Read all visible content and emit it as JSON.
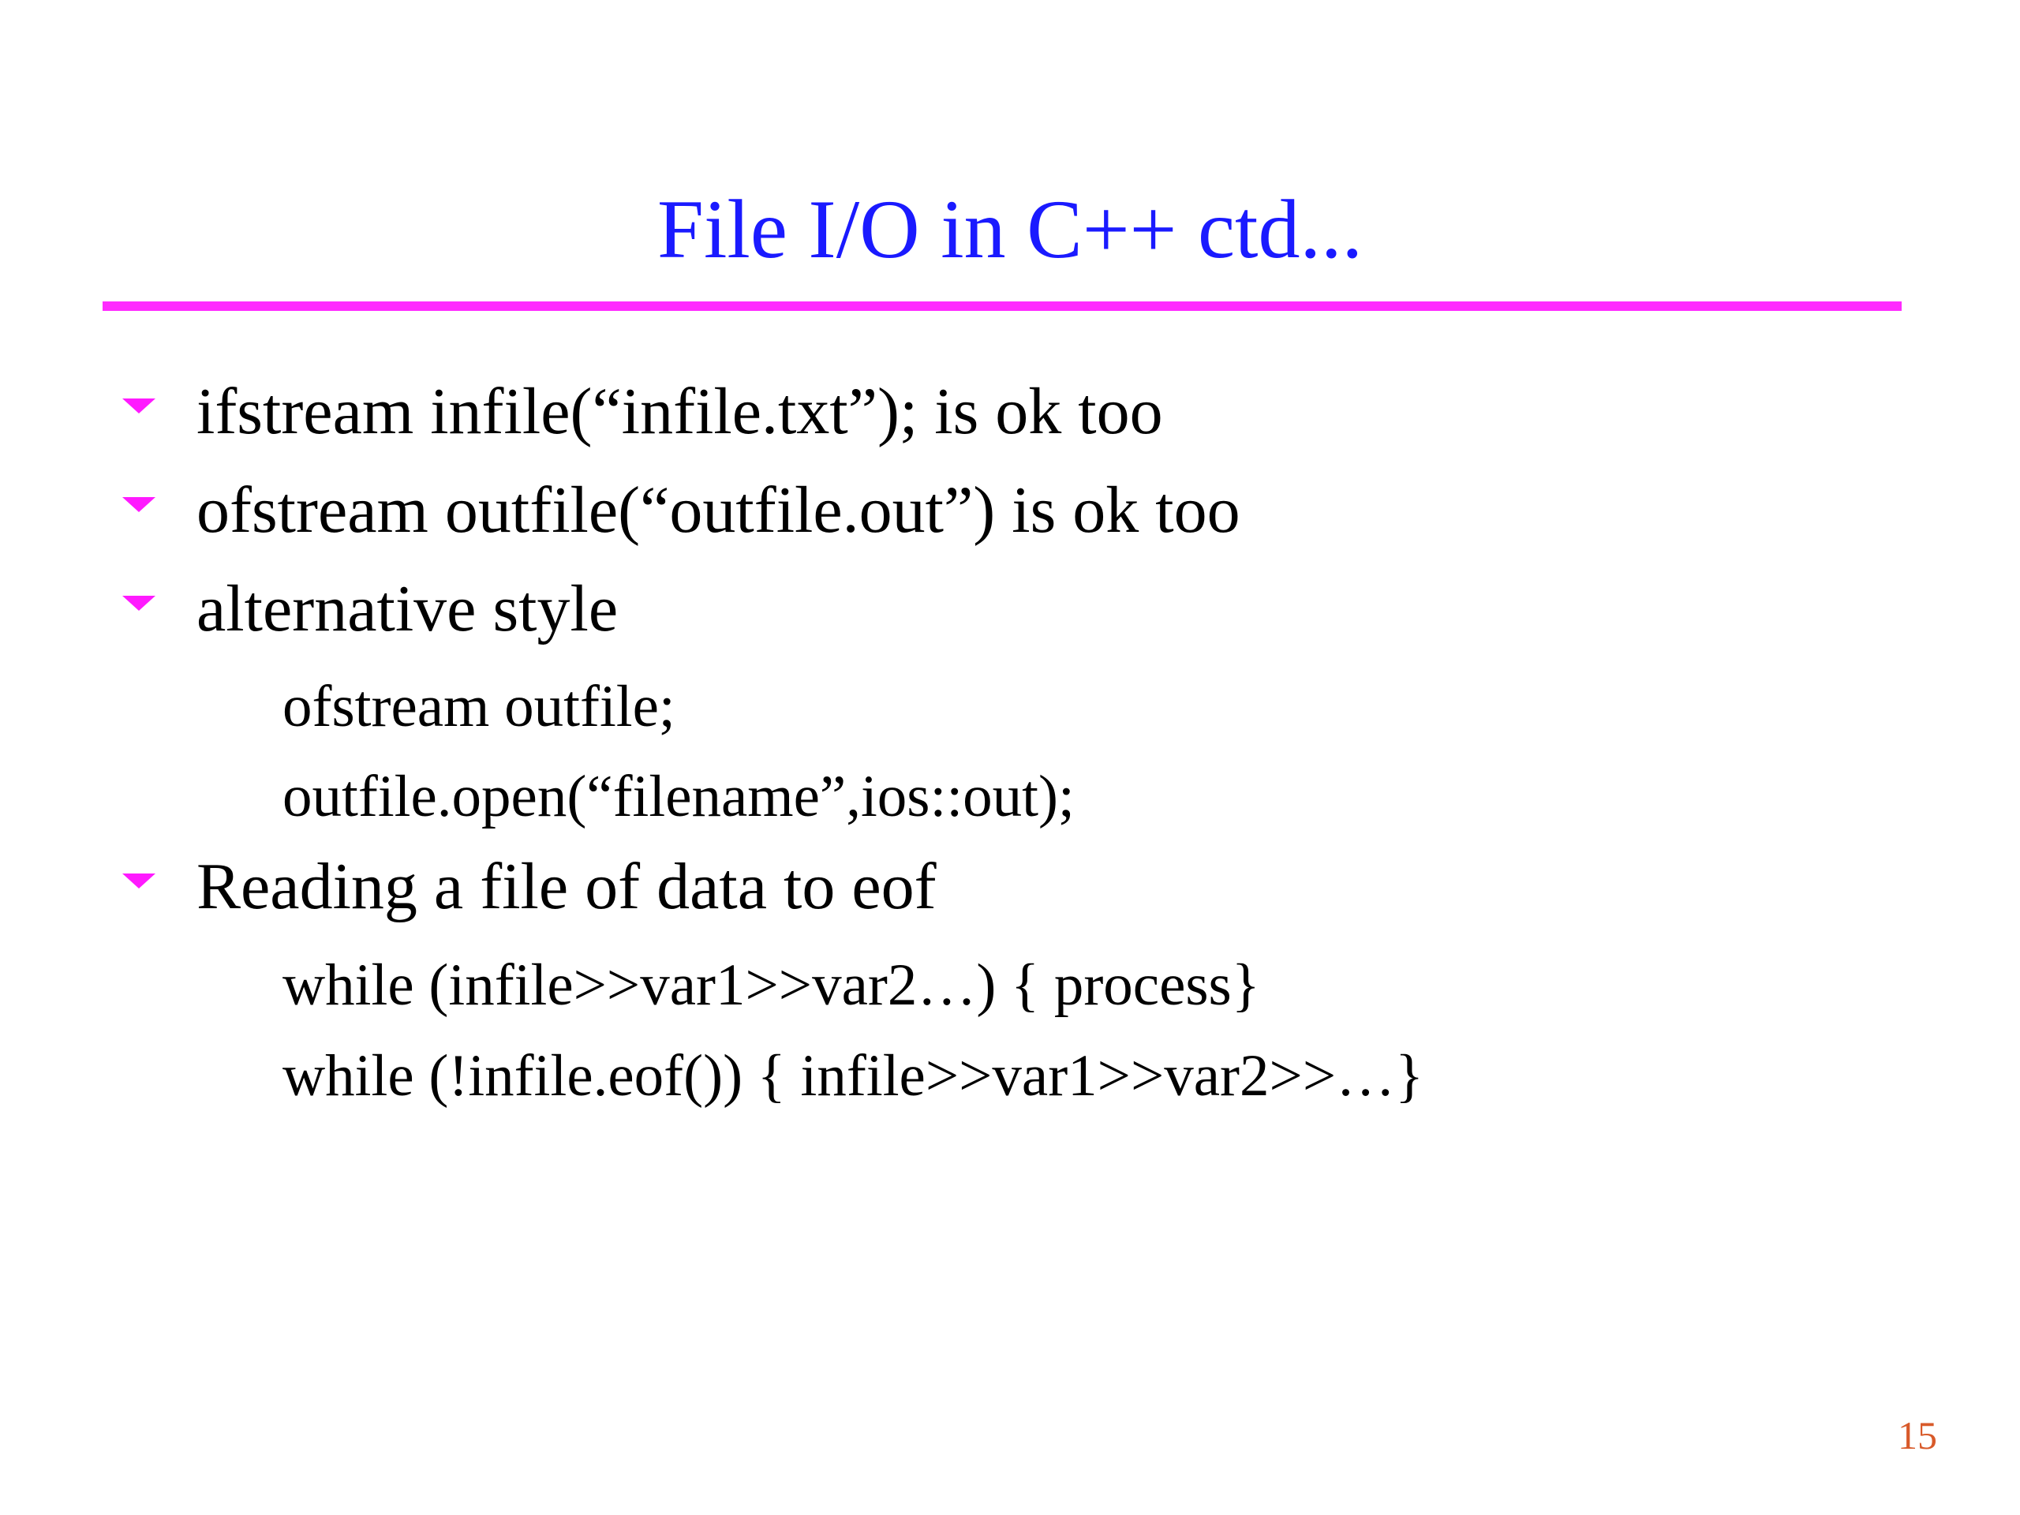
{
  "slide": {
    "title": "File I/O in C++ ctd...",
    "page_number": "15",
    "colors": {
      "title": "#1a1aff",
      "rule": "#ff2bff",
      "bullet": "#ff1aff",
      "page_number": "#d85a2a"
    },
    "bullet_icon": "pink-down-triangle-icon",
    "bullets": [
      {
        "text": "ifstream infile(“infile.txt”); is ok too"
      },
      {
        "text": "ofstream outfile(“outfile.out”) is ok too"
      },
      {
        "text": "alternative style",
        "code": [
          "ofstream outfile;",
          "outfile.open(“filename”,ios::out);"
        ]
      },
      {
        "text": "Reading a file of data to eof",
        "code": [
          "while (infile>>var1>>var2…) { process}",
          "while (!infile.eof()) { infile>>var1>>var2>>…}"
        ]
      }
    ]
  }
}
